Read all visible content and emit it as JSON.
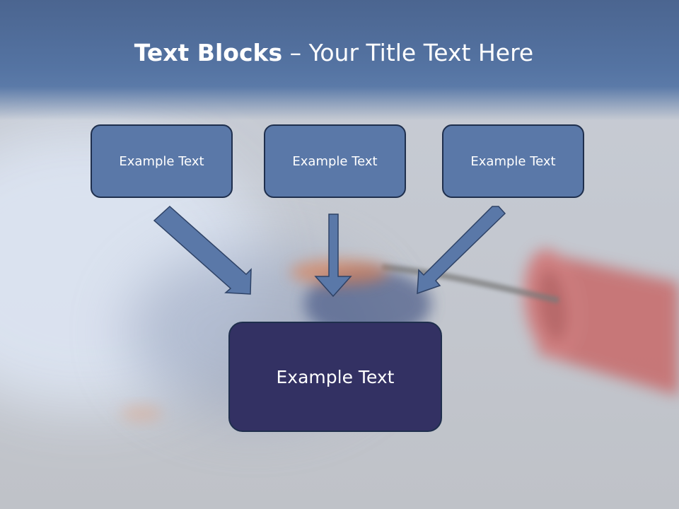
{
  "title": {
    "bold": "Text Blocks",
    "separator": " – ",
    "rest": "Your Title Text Here"
  },
  "boxes": [
    {
      "label": "Example Text"
    },
    {
      "label": "Example Text"
    },
    {
      "label": "Example Text"
    }
  ],
  "center_box": {
    "label": "Example Text"
  },
  "colors": {
    "title_band": "#5473a2",
    "top_box_fill": "#5a78a8",
    "center_box_fill": "#333163",
    "box_border": "#1f2f4d",
    "arrow_fill": "#5a78a8"
  }
}
